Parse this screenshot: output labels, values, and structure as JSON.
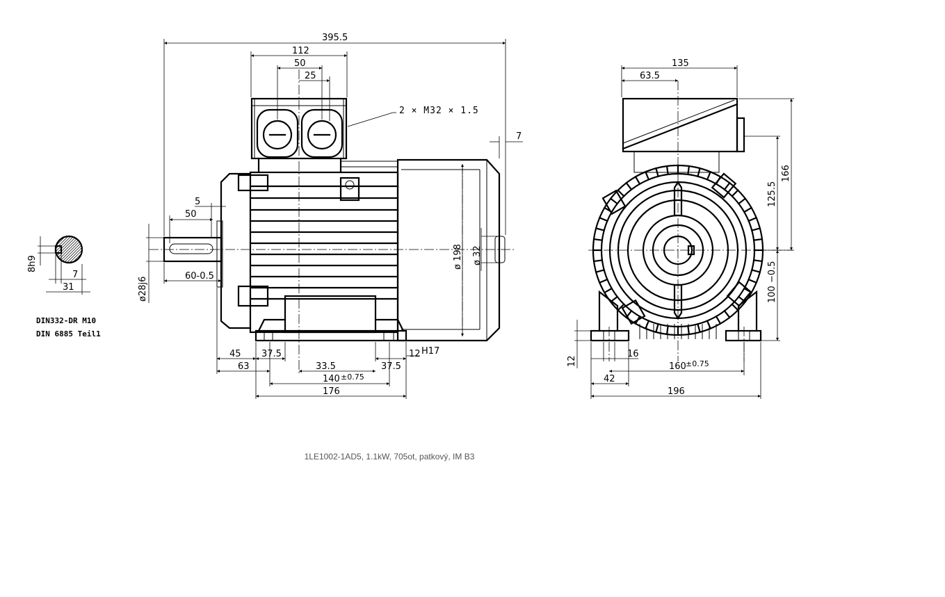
{
  "dimensions": {
    "overall_length": "395.5",
    "terminal_box_width": "112",
    "gland_spacing": "50",
    "gland_offset": "25",
    "cable_glands": "2 × M32 × 1.5",
    "fan_cover_gap": "7",
    "shaft_key_offset": "5",
    "shaft_key_length": "50",
    "shaft_length": "60-0.5",
    "shaft_diameter": "ø28j6",
    "frame_diameter": "ø 198",
    "rear_boss_diameter": "ø 32",
    "shaft_to_foot": "45",
    "foot_width_left": "37.5",
    "shaft_to_hole": "63",
    "hole_offset": "33.5",
    "foot_width_right": "37.5",
    "foot_hole_spacing": "140",
    "foot_hole_tolerance": "±0.75",
    "foot_hole_size": "12",
    "foot_hole_fit": "H17",
    "foot_length": "176",
    "front_box_width": "135",
    "front_box_half": "63.5",
    "total_height": "166",
    "box_to_center": "125.5",
    "center_height": "100 −0.5",
    "foot_thickness": "12",
    "foot_hole_diameter": "16",
    "foot_track": "160",
    "foot_track_tolerance": "±0.75",
    "foot_edge": "42",
    "foot_width_total": "196",
    "key_height": "8h9",
    "key_width": "7",
    "key_depth": "31"
  },
  "standards": {
    "line1": "DIN332-DR M10",
    "line2": "DIN 6885 Teil1"
  },
  "caption": "1LE1002-1AD5, 1.1kW, 705ot, patkový, IM B3"
}
